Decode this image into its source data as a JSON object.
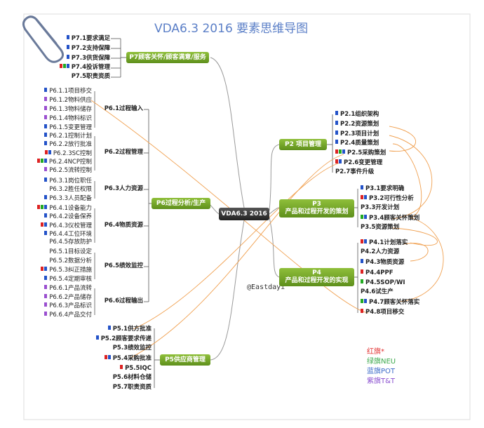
{
  "title": "VDA6.3 2016 要素思维导图",
  "watermark": "@Eastdayi",
  "center": "VDA6.3 2016",
  "colors": {
    "red": "#d22",
    "green": "#2a2",
    "blue": "#2352c8",
    "purple": "#9a4fd0",
    "orange": "#f0a050"
  },
  "branches": {
    "p7": {
      "label": "P7顾客关怀/顾客满意/服务",
      "items": [
        {
          "text": "P7.1要求满足",
          "flags": [
            "blue"
          ]
        },
        {
          "text": "P7.2支持保障",
          "flags": [
            "blue"
          ]
        },
        {
          "text": "P7.3供货保障",
          "flags": [
            "blue"
          ]
        },
        {
          "text": "P7.4投诉管理",
          "flags": [
            "red",
            "green",
            "blue"
          ]
        },
        {
          "text": "P7.5职责资质",
          "flags": []
        }
      ]
    },
    "p6": {
      "label": "P6过程分析/生产",
      "groups": [
        {
          "label": "P6.1过程输入",
          "items": [
            {
              "text": "P6.1.1项目移交",
              "flags": [
                "blue"
              ]
            },
            {
              "text": "P6.1.2物料供应",
              "flags": [
                "purple"
              ]
            },
            {
              "text": "P6.1.3物料储存",
              "flags": [
                "purple"
              ]
            },
            {
              "text": "P6.1.4物料标识",
              "flags": [
                "purple"
              ]
            },
            {
              "text": "P6.1.5变更管理",
              "flags": [
                "blue"
              ]
            }
          ]
        },
        {
          "label": "P6.2过程管理",
          "items": [
            {
              "text": "P6.2.1控制计划",
              "flags": [
                "blue"
              ]
            },
            {
              "text": "P6.2.2放行批准",
              "flags": [
                "blue"
              ]
            },
            {
              "text": "P6.2.3SC控制",
              "flags": [
                "red",
                "blue"
              ]
            },
            {
              "text": "P6.2.4NCP控制",
              "flags": [
                "red",
                "green",
                "blue"
              ]
            },
            {
              "text": "P6.2.5流转控制",
              "flags": [
                "purple"
              ]
            }
          ]
        },
        {
          "label": "P6.3人力资源",
          "items": [
            {
              "text": "P6.3.1岗位职任",
              "flags": [
                "blue"
              ]
            },
            {
              "text": "P6.3.2胜任权限",
              "flags": []
            },
            {
              "text": "P6.3.3人员配备",
              "flags": [
                "blue"
              ]
            }
          ]
        },
        {
          "label": "P6.4物质资源",
          "items": [
            {
              "text": "P6.4.1设备能力",
              "flags": [
                "red",
                "green",
                "blue"
              ]
            },
            {
              "text": "P6.4.2设备保养",
              "flags": [
                "blue"
              ]
            },
            {
              "text": "P6.4.3仪校管理",
              "flags": [
                "red",
                "blue"
              ]
            },
            {
              "text": "P6.4.4工位环境",
              "flags": [
                "blue"
              ]
            },
            {
              "text": "P6.4.5存放防护",
              "flags": []
            }
          ]
        },
        {
          "label": "P6.5绩效监控",
          "items": [
            {
              "text": "P6.5.1目标设定",
              "flags": []
            },
            {
              "text": "P6.5.2数据分析",
              "flags": []
            },
            {
              "text": "P6.5.3纠正措施",
              "flags": [
                "red",
                "blue"
              ]
            },
            {
              "text": "P6.5.4定期审核",
              "flags": [
                "blue"
              ]
            }
          ]
        },
        {
          "label": "P6.6过程输出",
          "items": [
            {
              "text": "P6.6.1产品流转",
              "flags": [
                "purple"
              ]
            },
            {
              "text": "P6.6.2产品储存",
              "flags": [
                "purple"
              ]
            },
            {
              "text": "P6.6.3产品标识",
              "flags": [
                "purple"
              ]
            },
            {
              "text": "P6.6.4产品交付",
              "flags": [
                "purple"
              ]
            }
          ]
        }
      ]
    },
    "p5": {
      "label": "P5供应商管理",
      "items": [
        {
          "text": "P5.1供方批准",
          "flags": [
            "blue"
          ]
        },
        {
          "text": "P5.2顾客要求传递",
          "flags": [
            "blue"
          ]
        },
        {
          "text": "P5.3绩效监控",
          "flags": []
        },
        {
          "text": "P5.4采购批准",
          "flags": [
            "red",
            "blue"
          ]
        },
        {
          "text": "P5.5IQC",
          "flags": [
            "red"
          ]
        },
        {
          "text": "P5.6材料仓储",
          "flags": []
        },
        {
          "text": "P5.7职责资质",
          "flags": []
        }
      ]
    },
    "p2": {
      "label": "P2 项目管理",
      "items": [
        {
          "text": "P2.1组织架构",
          "flags": [
            "blue"
          ]
        },
        {
          "text": "P2.2资源策划",
          "flags": [
            "blue"
          ]
        },
        {
          "text": "P2.3项目计划",
          "flags": [
            "blue"
          ]
        },
        {
          "text": "P2.4质量策划",
          "flags": [
            "blue"
          ]
        },
        {
          "text": "P2.5采购策划",
          "flags": [
            "red",
            "green",
            "blue"
          ]
        },
        {
          "text": "P2.6变更管理",
          "flags": [
            "red",
            "blue"
          ]
        },
        {
          "text": "P2.7事件升级",
          "flags": []
        }
      ]
    },
    "p3": {
      "label": "P3 产品和过程开发的策划",
      "items": [
        {
          "text": "P3.1要求明确",
          "flags": [
            "blue"
          ]
        },
        {
          "text": "P3.2可行性分析",
          "flags": [
            "red",
            "blue"
          ]
        },
        {
          "text": "P3.3开发计划",
          "flags": []
        },
        {
          "text": "P3.4顾客关怀策划",
          "flags": [
            "green",
            "blue"
          ]
        },
        {
          "text": "P3.5资源策划",
          "flags": []
        }
      ]
    },
    "p4": {
      "label": "P4 产品和过程开发的实现",
      "items": [
        {
          "text": "P4.1计划落实",
          "flags": [
            "red",
            "blue"
          ]
        },
        {
          "text": "P4.2人力资源",
          "flags": []
        },
        {
          "text": "P4.3物质资源",
          "flags": [
            "blue"
          ]
        },
        {
          "text": "P4.4PPF",
          "flags": [
            "red"
          ]
        },
        {
          "text": "P4.5SOP/WI",
          "flags": [
            "green"
          ]
        },
        {
          "text": "P4.6试生产",
          "flags": []
        },
        {
          "text": "P4.7顾客关怀落实",
          "flags": [
            "green",
            "blue"
          ]
        },
        {
          "text": "P4.8项目移交",
          "flags": [
            "red"
          ]
        }
      ]
    }
  },
  "legend": [
    {
      "text": "红旗*",
      "color": "#e23030"
    },
    {
      "text": "绿旗NEU",
      "color": "#3aa84a"
    },
    {
      "text": "蓝旗POT",
      "color": "#3b6ac8"
    },
    {
      "text": "紫旗T&T",
      "color": "#8a4fd0"
    }
  ]
}
